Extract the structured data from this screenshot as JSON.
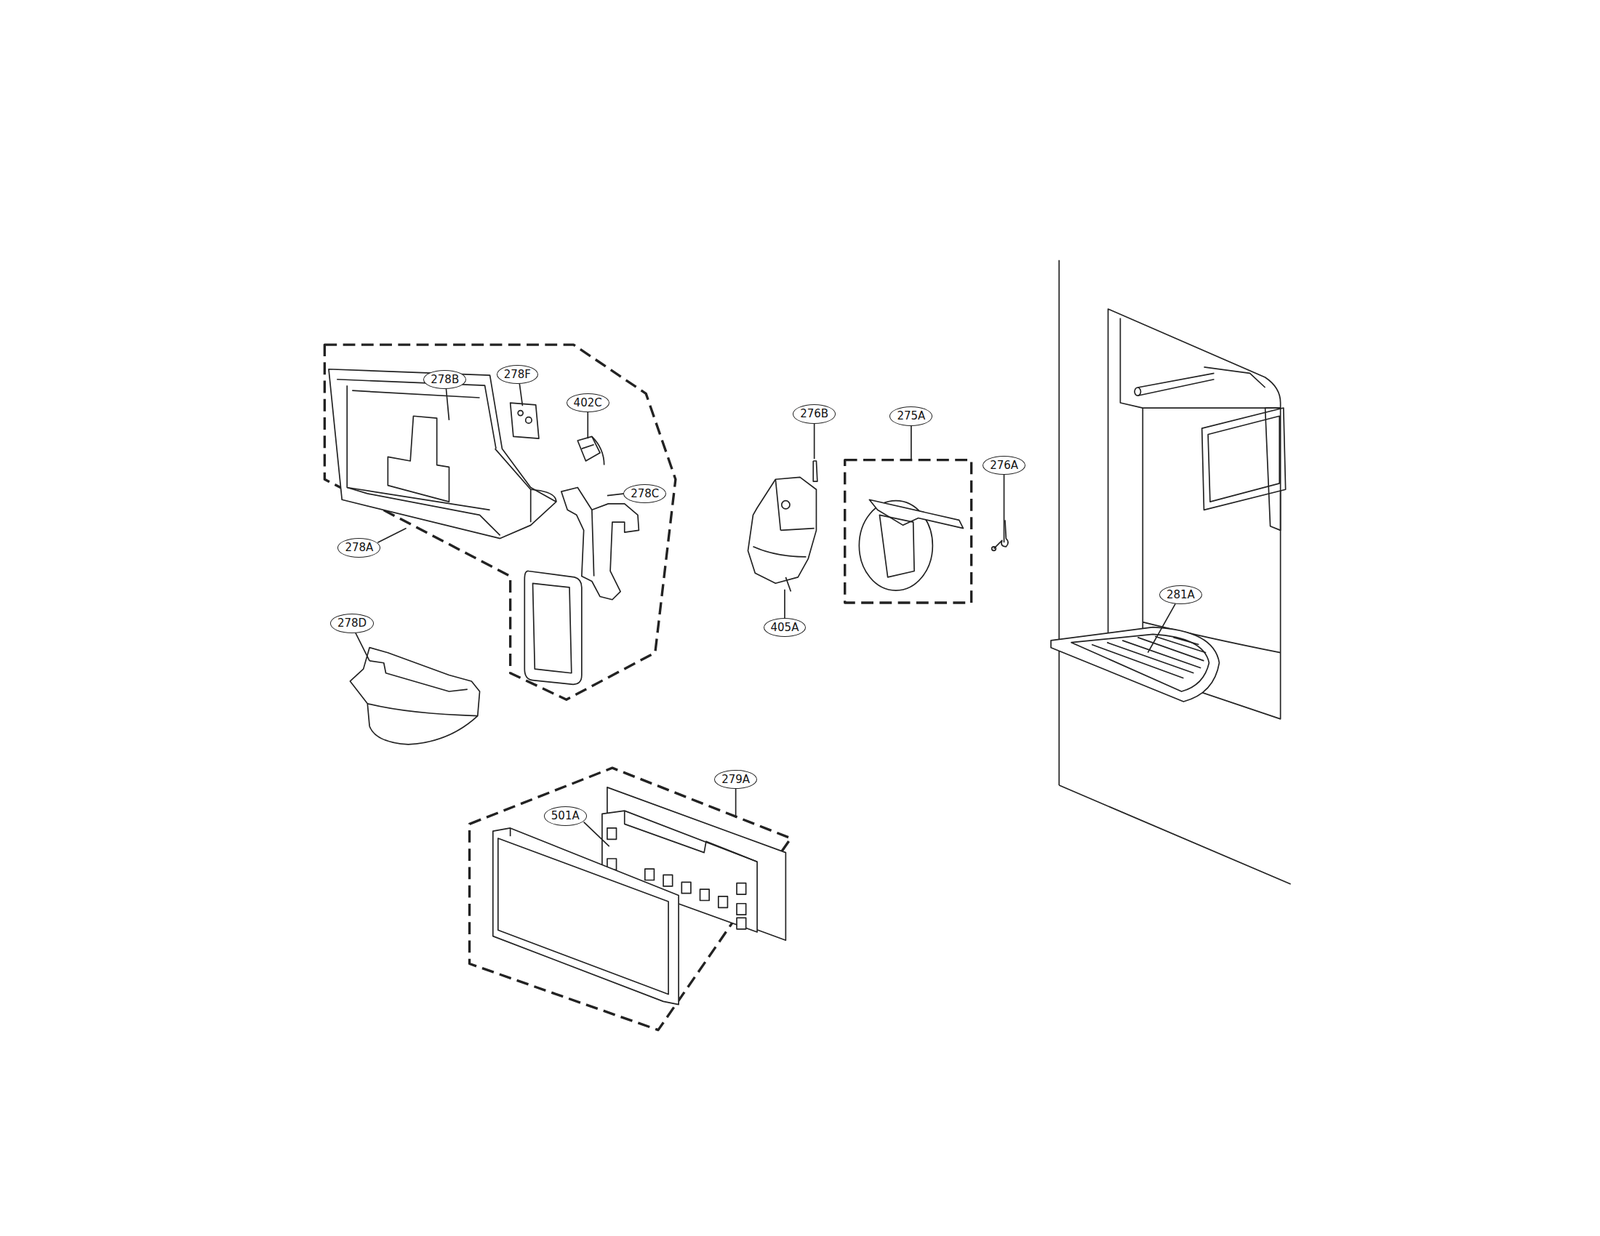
{
  "diagram": {
    "labels": [
      "278B",
      "278F",
      "402C",
      "278C",
      "278A",
      "276B",
      "275A",
      "276A",
      "405A",
      "278D",
      "281A",
      "279A",
      "501A"
    ]
  }
}
